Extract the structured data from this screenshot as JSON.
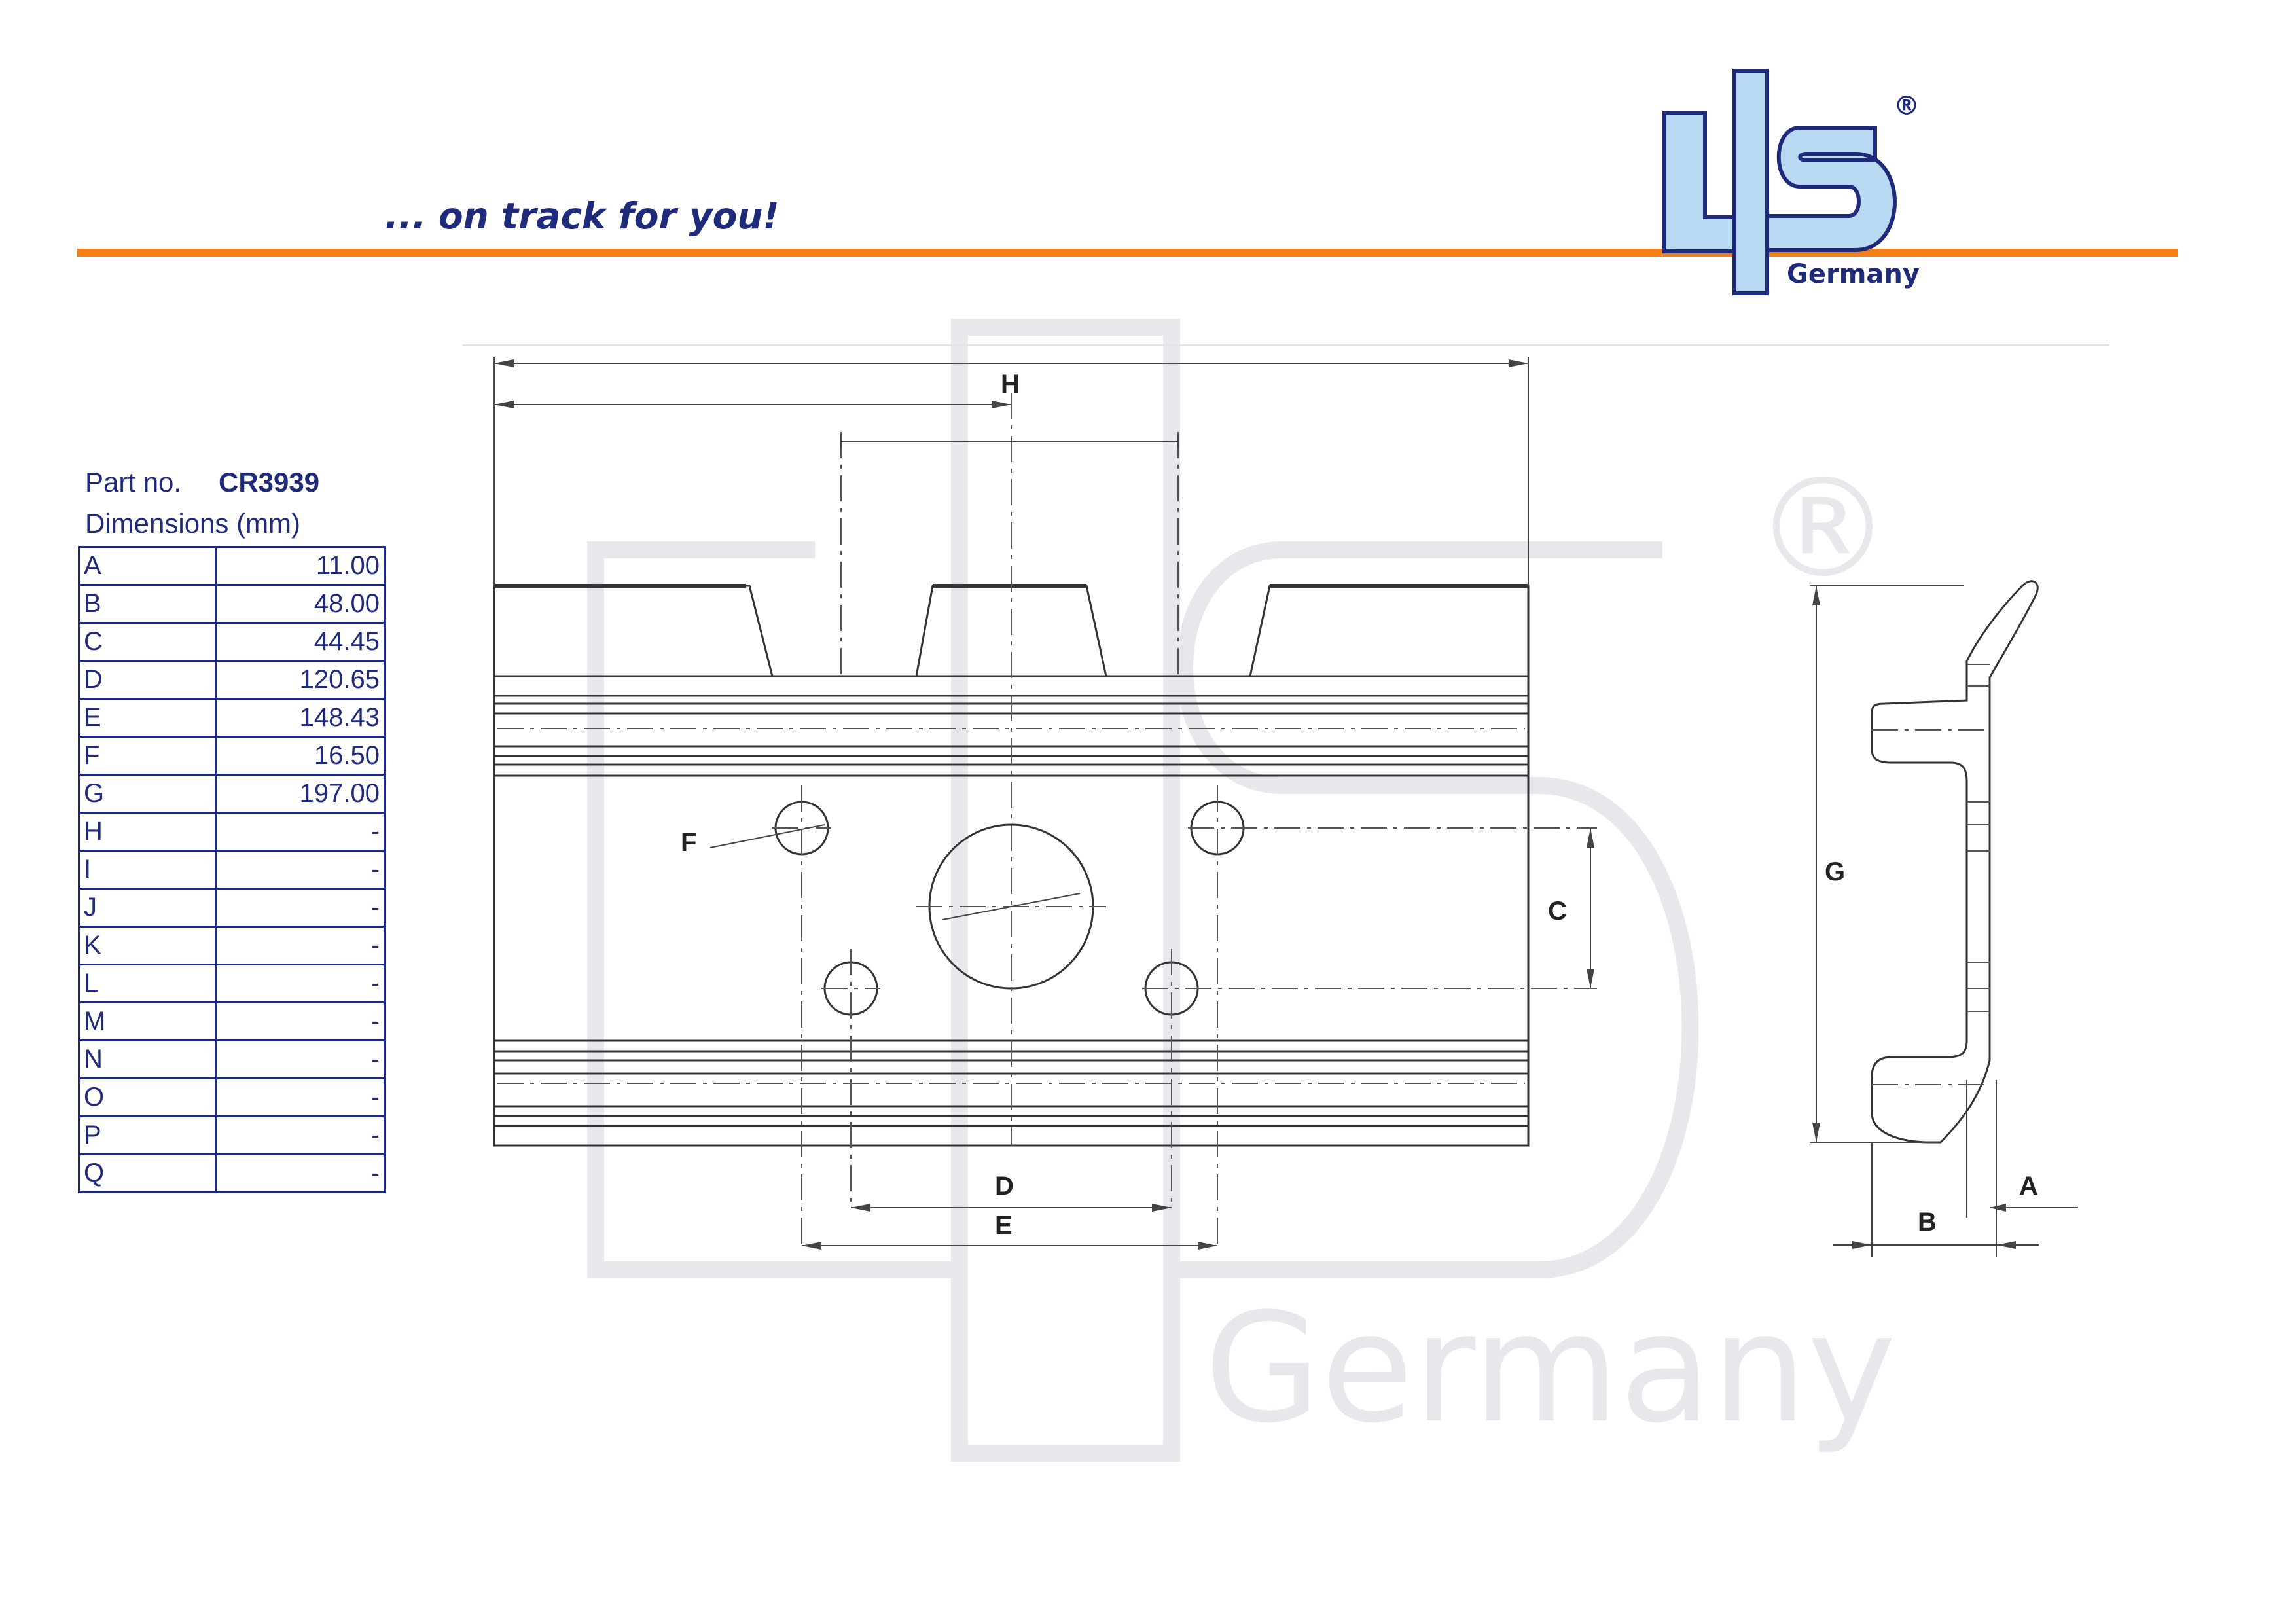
{
  "header": {
    "tagline": "... on track for you!",
    "logo_text": "LIS",
    "logo_sub": "Germany",
    "logo_mark": "®"
  },
  "part": {
    "label": "Part no.",
    "number": "CR3939"
  },
  "dimensions": {
    "label": "Dimensions (mm)",
    "rows": [
      {
        "key": "A",
        "value": "11.00"
      },
      {
        "key": "B",
        "value": "48.00"
      },
      {
        "key": "C",
        "value": "44.45"
      },
      {
        "key": "D",
        "value": "120.65"
      },
      {
        "key": "E",
        "value": "148.43"
      },
      {
        "key": "F",
        "value": "16.50"
      },
      {
        "key": "G",
        "value": "197.00"
      },
      {
        "key": "H",
        "value": "-"
      },
      {
        "key": "I",
        "value": "-"
      },
      {
        "key": "J",
        "value": "-"
      },
      {
        "key": "K",
        "value": "-"
      },
      {
        "key": "L",
        "value": "-"
      },
      {
        "key": "M",
        "value": "-"
      },
      {
        "key": "N",
        "value": "-"
      },
      {
        "key": "O",
        "value": "-"
      },
      {
        "key": "P",
        "value": "-"
      },
      {
        "key": "Q",
        "value": "-"
      }
    ]
  },
  "drawing": {
    "labels": {
      "H": "H",
      "F": "F",
      "C": "C",
      "D": "D",
      "E": "E",
      "G": "G",
      "A": "A",
      "B": "B"
    }
  },
  "watermark": {
    "text": "Germany",
    "mark": "®"
  },
  "colors": {
    "brand_navy": "#1f2b7a",
    "accent_orange": "#f57f17",
    "logo_fill": "#b9d9f2",
    "watermark": "#e6e8ec"
  }
}
